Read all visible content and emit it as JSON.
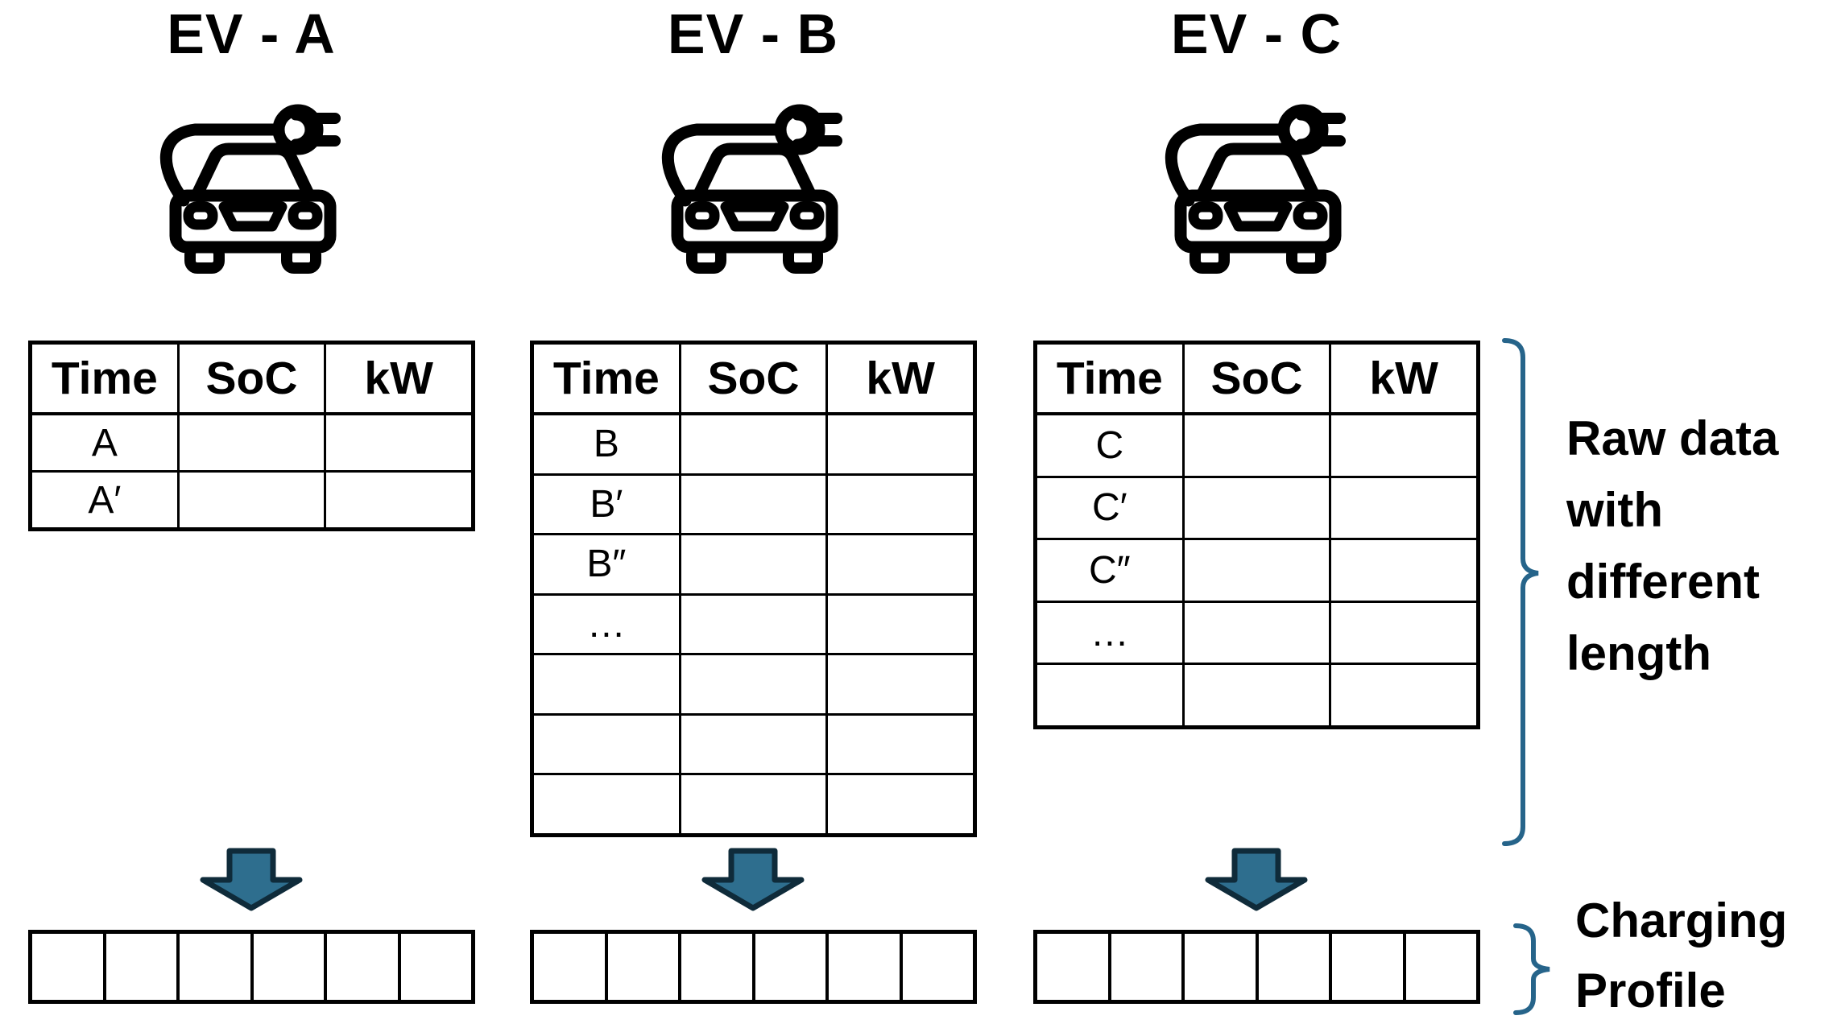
{
  "columns": [
    {
      "id": "A",
      "title": "EV - A",
      "rows": [
        "A",
        "A′"
      ]
    },
    {
      "id": "B",
      "title": "EV - B",
      "rows": [
        "B",
        "B′",
        "B″",
        "…",
        "",
        "",
        ""
      ]
    },
    {
      "id": "C",
      "title": "EV - C",
      "rows": [
        "C",
        "C′",
        "C″",
        "…",
        ""
      ]
    }
  ],
  "table_headers": [
    "Time",
    "SoC",
    "kW"
  ],
  "profile": {
    "cells_per_strip": 6,
    "strip_count": 3
  },
  "annotations": {
    "raw_data_lines": [
      "Raw data",
      "with",
      "different",
      "length"
    ],
    "charging_profile_lines": [
      "Charging",
      "Profile"
    ]
  },
  "icons": {
    "car": "ev-car-with-charging-plug-icon",
    "arrow": "down-block-arrow-icon",
    "brace": "right-curly-brace"
  },
  "colors": {
    "accent_teal": "#2E6E8E",
    "arrow_outline": "#0F2B3A",
    "brace_teal": "#26648A",
    "ink": "#000000",
    "background": "#FFFFFF"
  }
}
